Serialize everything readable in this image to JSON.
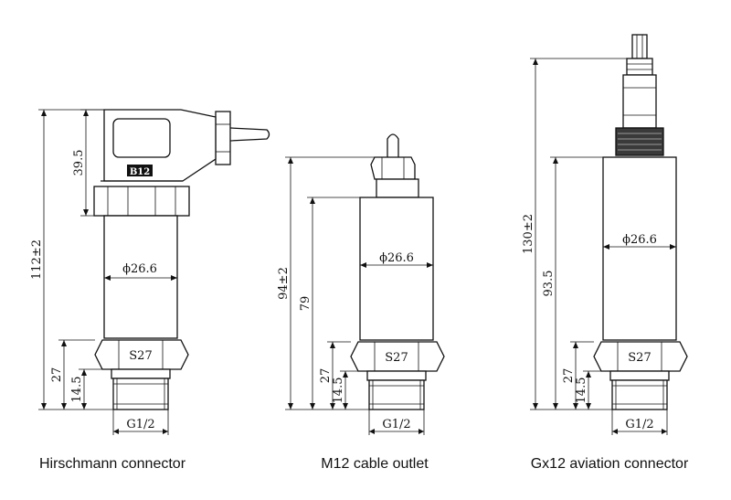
{
  "captions": {
    "hirschmann": "Hirschmann connector",
    "m12": "M12 cable outlet",
    "gx12": "Gx12 aviation connector"
  },
  "hirschmann": {
    "total_height": "112±2",
    "connector_height": "39.5",
    "hex_height": "27",
    "thread_height": "14.5",
    "diameter": "ϕ26.6",
    "hex_label": "S27",
    "thread_label": "G1/2",
    "plug_label": "B12"
  },
  "m12": {
    "total_height": "94±2",
    "body_height": "79",
    "hex_height": "27",
    "thread_height": "14.5",
    "diameter": "ϕ26.6",
    "hex_label": "S27",
    "thread_label": "G1/2"
  },
  "gx12": {
    "total_height": "130±2",
    "body_height": "93.5",
    "hex_height": "27",
    "thread_height": "14.5",
    "diameter": "ϕ26.6",
    "hex_label": "S27",
    "thread_label": "G1/2"
  }
}
